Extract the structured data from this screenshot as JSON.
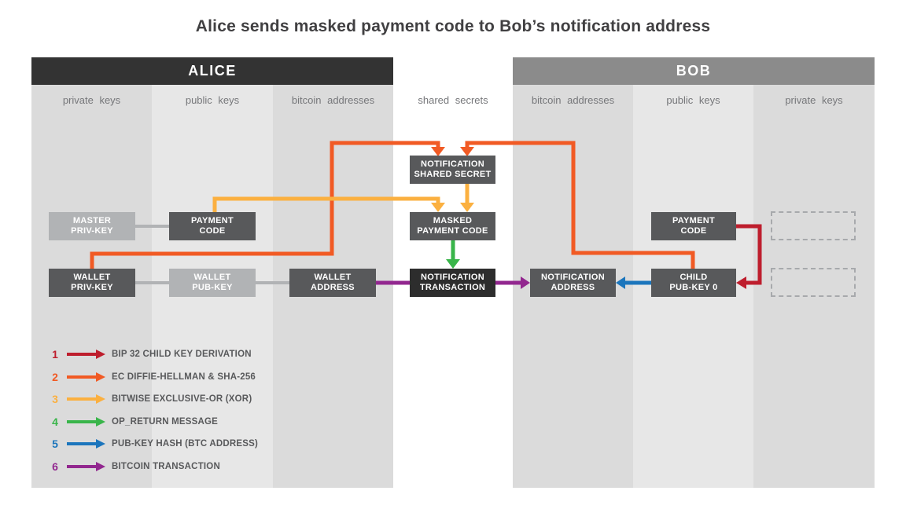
{
  "title": "Alice sends masked payment code to Bob’s notification address",
  "panels": {
    "alice": {
      "header": "ALICE",
      "columns": [
        "private keys",
        "public keys",
        "bitcoin addresses"
      ]
    },
    "center_column": "shared secrets",
    "bob": {
      "header": "BOB",
      "columns": [
        "bitcoin addresses",
        "public keys",
        "private keys"
      ]
    }
  },
  "boxes": {
    "master_priv_key": "MASTER\nPRIV-KEY",
    "payment_code_alice": "PAYMENT\nCODE",
    "wallet_priv_key": "WALLET\nPRIV-KEY",
    "wallet_pub_key": "WALLET\nPUB-KEY",
    "wallet_address": "WALLET\nADDRESS",
    "notification_shared_secret": "NOTIFICATION\nSHARED SECRET",
    "masked_payment_code": "MASKED\nPAYMENT CODE",
    "notification_transaction": "NOTIFICATION\nTRANSACTION",
    "notification_address": "NOTIFICATION\nADDRESS",
    "child_pub_key_0": "CHILD\nPUB-KEY 0",
    "payment_code_bob": "PAYMENT\nCODE"
  },
  "legend": {
    "items": [
      {
        "num": "1",
        "color": "#BE1E2D",
        "label": "BIP 32 CHILD KEY DERIVATION"
      },
      {
        "num": "2",
        "color": "#F15A24",
        "label": "EC DIFFIE-HELLMAN & SHA-256"
      },
      {
        "num": "3",
        "color": "#FBB040",
        "label": "BITWISE EXCLUSIVE-OR (XOR)"
      },
      {
        "num": "4",
        "color": "#39B54A",
        "label": "OP_RETURN MESSAGE"
      },
      {
        "num": "5",
        "color": "#1B75BC",
        "label": "PUB-KEY HASH (BTC ADDRESS)"
      },
      {
        "num": "6",
        "color": "#92278F",
        "label": "BITCOIN TRANSACTION"
      }
    ]
  },
  "colors": {
    "red": "#BE1E2D",
    "orange": "#F15A24",
    "amber": "#FBB040",
    "green": "#39B54A",
    "blue": "#1B75BC",
    "purple": "#92278F",
    "dark_box": "#58595B",
    "light_box": "#B1B3B5",
    "black_box": "#2D2D2D",
    "alice_header": "#333333",
    "bob_header": "#8B8B8B",
    "column_dark": "#DBDBDB",
    "column_light": "#E7E7E7"
  }
}
